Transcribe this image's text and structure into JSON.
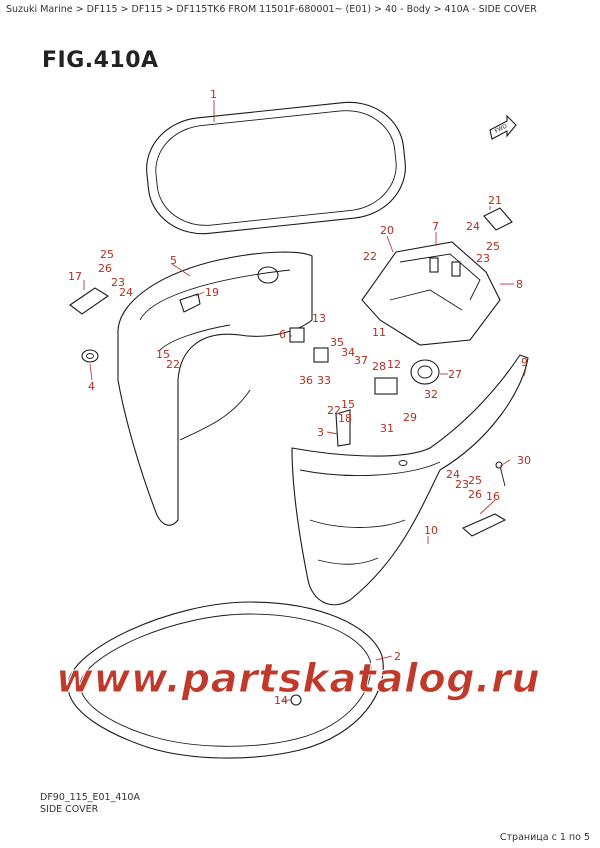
{
  "breadcrumb": [
    "Suzuki Marine",
    "DF115",
    "DF115",
    "DF115TK6 FROM 11501F-680001~ (E01)",
    "40 - Body",
    "410A - SIDE COVER"
  ],
  "figure": {
    "title": "FIG.410A",
    "code": "DF90_115_E01_410A",
    "name": "SIDE COVER",
    "fwd_label": "FWD"
  },
  "watermark": "www.partskatalog.ru",
  "pagination": "Страница с 1 по 5",
  "callouts": [
    "1",
    "2",
    "3",
    "4",
    "5",
    "6",
    "7",
    "8",
    "9",
    "10",
    "11",
    "12",
    "13",
    "14",
    "15",
    "15",
    "16",
    "17",
    "18",
    "19",
    "20",
    "21",
    "22",
    "22",
    "22",
    "23",
    "23",
    "23",
    "24",
    "24",
    "24",
    "25",
    "25",
    "25",
    "26",
    "26",
    "27",
    "28",
    "29",
    "30",
    "31",
    "32",
    "33",
    "34",
    "35",
    "36",
    "37"
  ],
  "colors": {
    "callout": "#b03020",
    "watermark": "#c0392b"
  }
}
